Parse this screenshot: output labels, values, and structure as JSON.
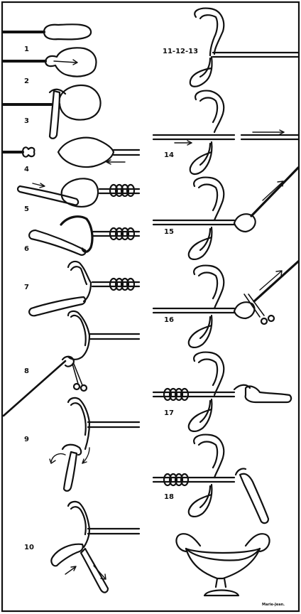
{
  "step_labels": {
    "s1": "1",
    "s2": "2",
    "s3": "3",
    "s4": "4",
    "s5": "5",
    "s6": "6",
    "s7": "7",
    "s8": "8",
    "s9": "9",
    "s10": "10",
    "s11_13": "11-12-13",
    "s14": "14",
    "s15": "15",
    "s16": "16",
    "s17": "17",
    "s18": "18"
  },
  "signature": "Marie-Jean.",
  "colors": {
    "ink": "#111111",
    "paper": "#ffffff"
  }
}
